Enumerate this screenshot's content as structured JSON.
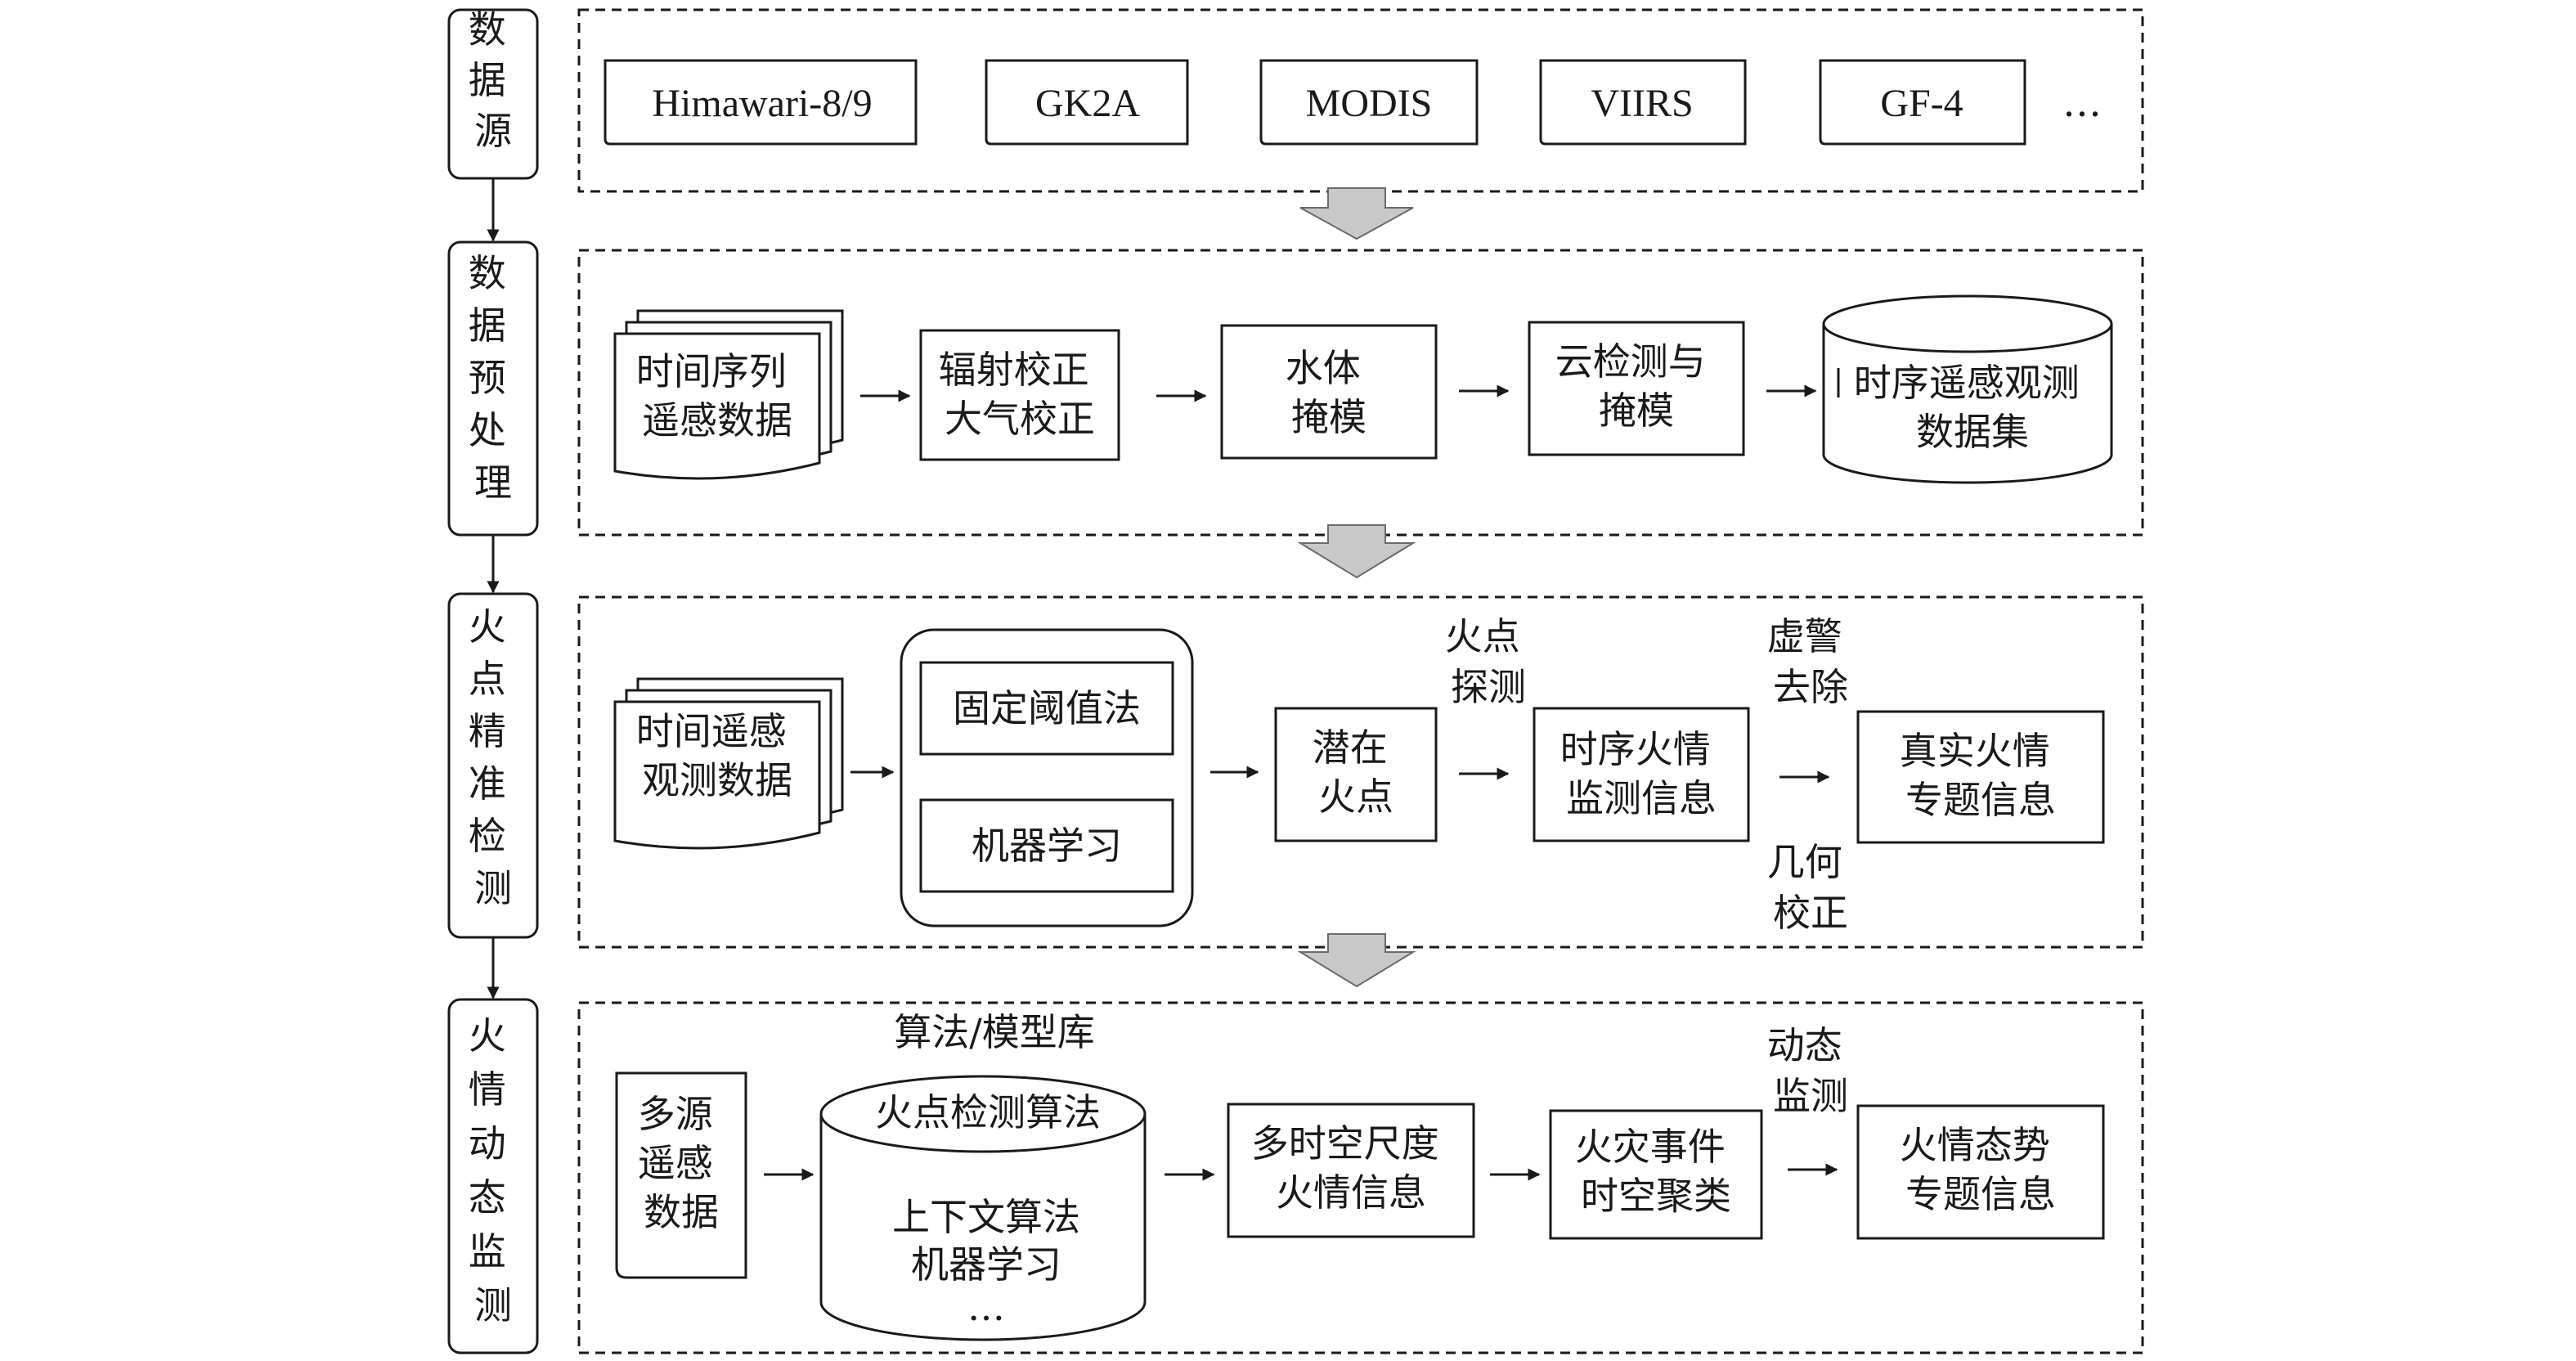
{
  "stages": [
    {
      "label": [
        "数",
        "据",
        "源"
      ]
    },
    {
      "label": [
        "数",
        "据",
        "预",
        "处",
        "理"
      ]
    },
    {
      "label": [
        "火",
        "点",
        "精",
        "准",
        "检",
        "测"
      ]
    },
    {
      "label": [
        "火",
        "情",
        "动",
        "态",
        "监",
        "测"
      ]
    }
  ],
  "data_source": {
    "items": [
      "Himawari-8/9",
      "GK2A",
      "MODIS",
      "VIIRS",
      "GF-4"
    ],
    "ellipsis": "…"
  },
  "preprocess": {
    "input": [
      "时间序列",
      "遥感数据"
    ],
    "steps": [
      [
        "辐射校正",
        "大气校正"
      ],
      [
        "水体",
        "掩模"
      ],
      [
        "云检测与",
        "掩模"
      ]
    ],
    "output": [
      "时序遥感观测",
      "数据集"
    ]
  },
  "detection": {
    "input": [
      "时间遥感",
      "观测数据"
    ],
    "methods": [
      "固定阈值法",
      "机器学习"
    ],
    "potential": [
      "潜在",
      "火点"
    ],
    "label_detect": [
      "火点",
      "探测"
    ],
    "monitor": [
      "时序火情",
      "监测信息"
    ],
    "label_false": [
      "虚警",
      "去除"
    ],
    "label_geo": [
      "几何",
      "校正"
    ],
    "output": [
      "真实火情",
      "专题信息"
    ]
  },
  "dynamic": {
    "input": [
      "多源",
      "遥感",
      "数据"
    ],
    "library_title": "算法/模型库",
    "library_items": [
      "火点检测算法",
      "上下文算法",
      "机器学习",
      "…"
    ],
    "multi": [
      "多时空尺度",
      "火情信息"
    ],
    "cluster": [
      "火灾事件",
      "时空聚类"
    ],
    "label_dynamic": [
      "动态",
      "监测"
    ],
    "output": [
      "火情态势",
      "专题信息"
    ]
  }
}
